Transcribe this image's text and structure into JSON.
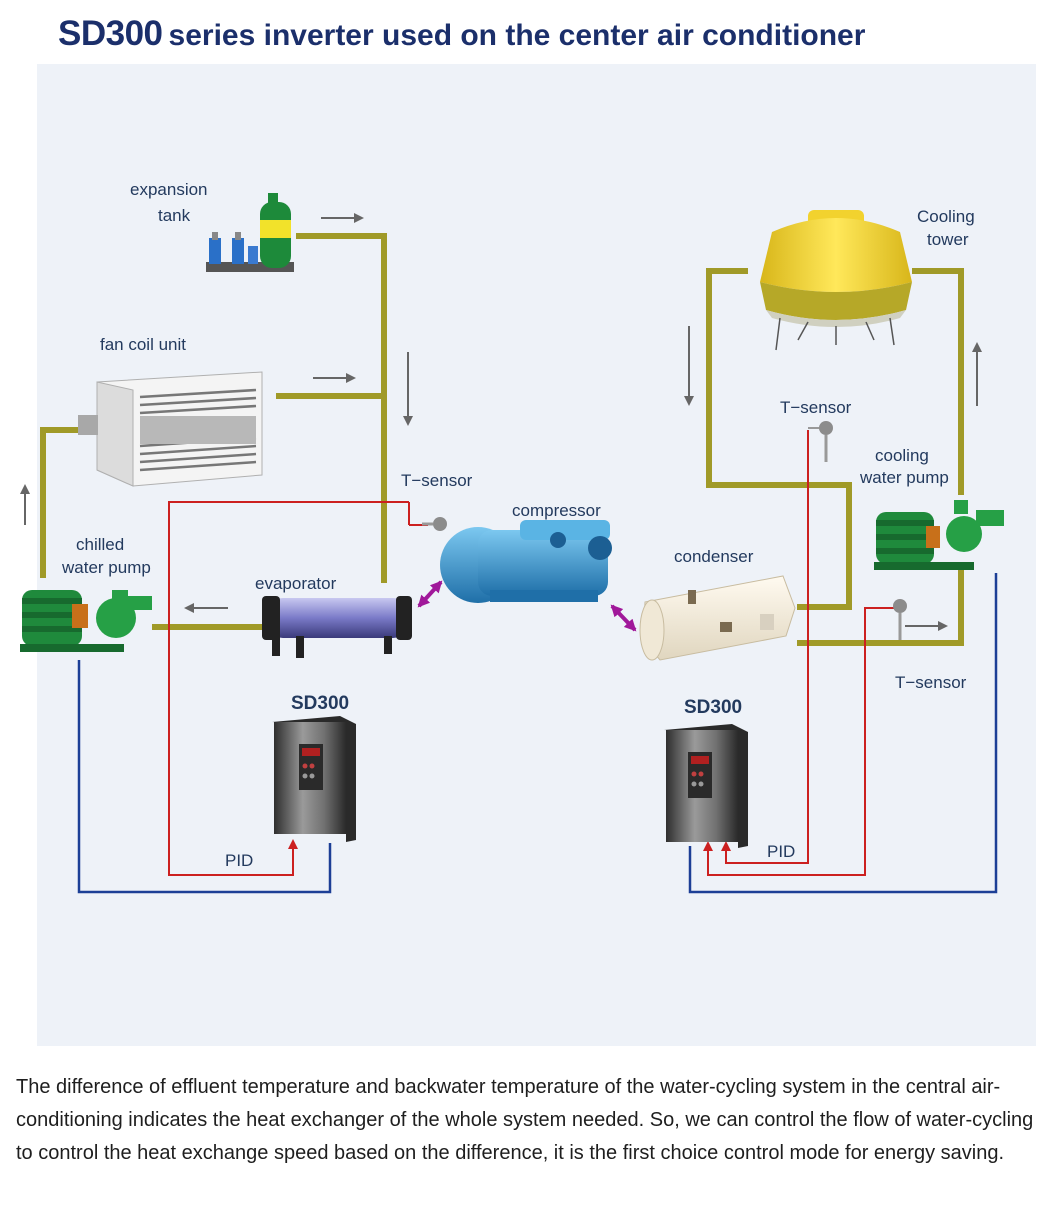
{
  "title": {
    "brand": "SD300",
    "rest": "series inverter used on the center air conditioner"
  },
  "labels": {
    "expansion_tank_1": "expansion",
    "expansion_tank_2": "tank",
    "fan_coil_unit": "fan  coil  unit",
    "chilled_water_pump_1": "chilled",
    "chilled_water_pump_2": "water  pump",
    "evaporator": "evaporator",
    "t_sensor_left": "T−sensor",
    "compressor": "compressor",
    "condenser": "condenser",
    "cooling_tower_1": "Cooling",
    "cooling_tower_2": "tower",
    "t_sensor_top_right": "T−sensor",
    "cooling_water_pump_1": "cooling",
    "cooling_water_pump_2": "water  pump",
    "t_sensor_bottom_right": "T−sensor",
    "inverter_left": "SD300",
    "inverter_right": "SD300",
    "pid_left": "PID",
    "pid_right": "PID"
  },
  "description": "The difference of effluent temperature and backwater temperature of the water-cycling system in the central air-conditioning indicates the heat exchanger of the whole system needed. So, we can control the flow of water-cycling to control the heat exchange speed based on the difference, it is the first choice control mode for energy saving.",
  "colors": {
    "title": "#1b2f6b",
    "panel_bg": "#eef2f8",
    "water_pipe": "#a09a28",
    "signal_line": "#cc2020",
    "control_line": "#1c3f96",
    "refrigerant_arrow": "#a0189a",
    "flow_arrow": "#666666",
    "pump": "#1f8a3c",
    "compressor": "#3a9ad0",
    "cooling_tower": "#f2d22e"
  },
  "icons": [
    "expansion-tank-icon",
    "fan-coil-unit-icon",
    "chilled-water-pump-icon",
    "evaporator-icon",
    "compressor-icon",
    "condenser-icon",
    "cooling-tower-icon",
    "cooling-water-pump-icon",
    "t-sensor-icon",
    "inverter-icon"
  ]
}
